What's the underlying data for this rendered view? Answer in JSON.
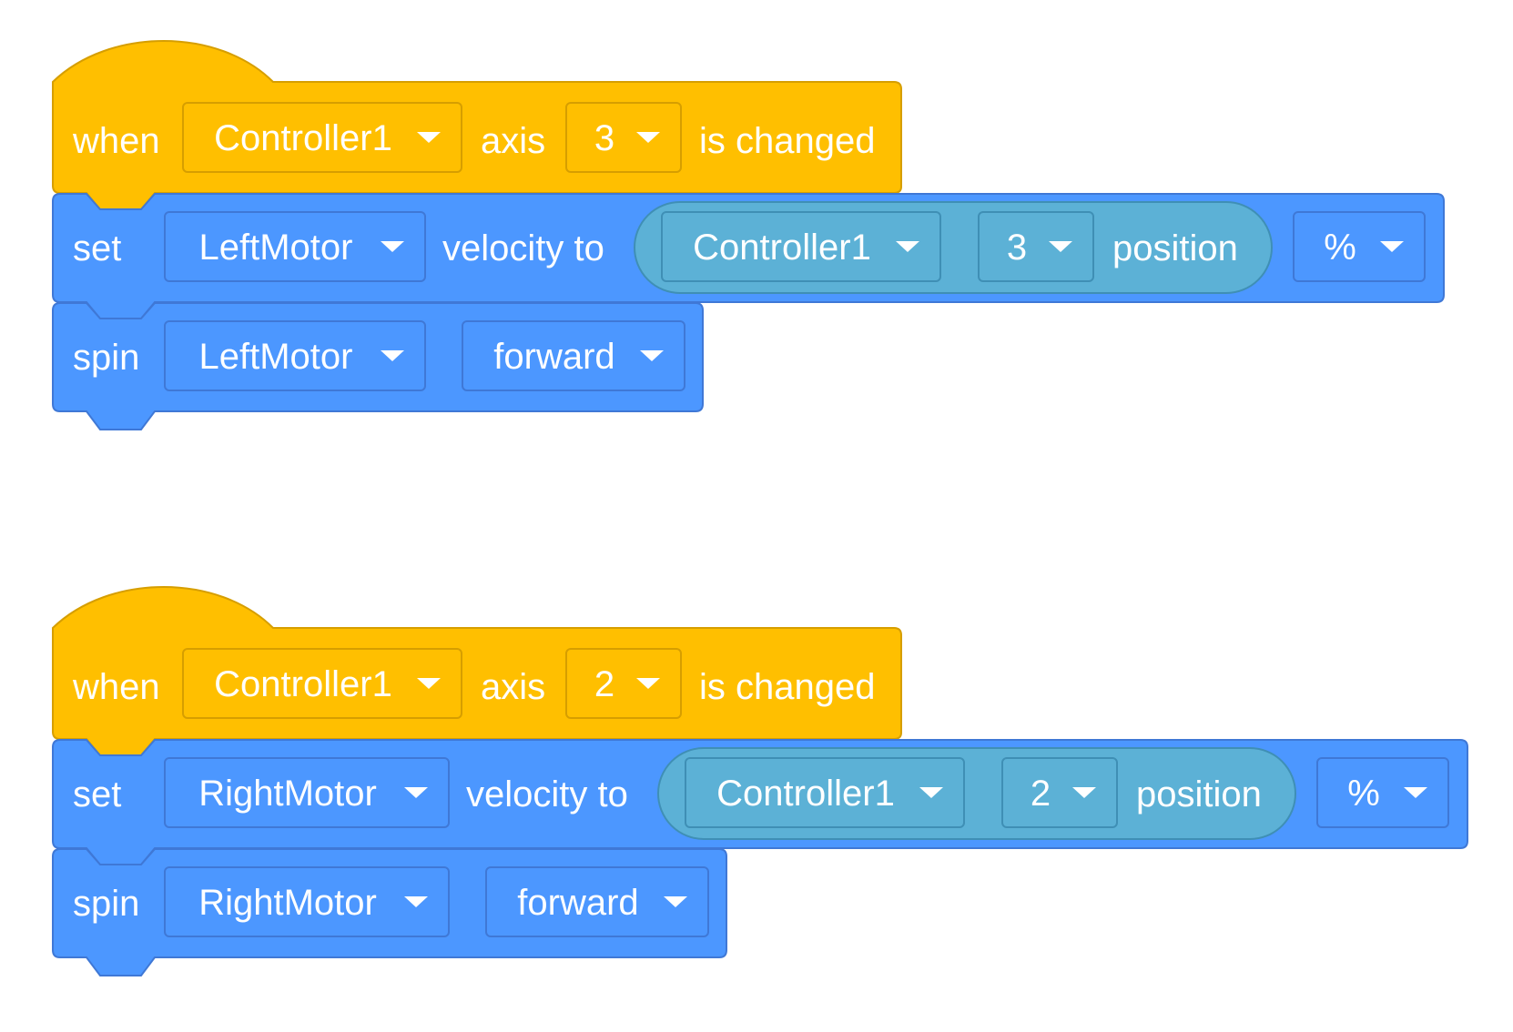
{
  "colors": {
    "event_block": "#ffbf00",
    "motion_block": "#4c97ff",
    "sensing_block": "#5cb1d6",
    "background": "#ffffff"
  },
  "icons": {
    "dropdown": "chevron-down-icon"
  },
  "scripts": [
    {
      "hat": {
        "when": "when",
        "controller": "Controller1",
        "axis_label": "axis",
        "axis": "3",
        "changed": "is changed"
      },
      "set": {
        "label": "set",
        "motor": "LeftMotor",
        "velocity_to": "velocity to",
        "reporter_controller": "Controller1",
        "reporter_axis": "3",
        "reporter_position": "position",
        "unit": "%"
      },
      "spin": {
        "label": "spin",
        "motor": "LeftMotor",
        "direction": "forward"
      }
    },
    {
      "hat": {
        "when": "when",
        "controller": "Controller1",
        "axis_label": "axis",
        "axis": "2",
        "changed": "is changed"
      },
      "set": {
        "label": "set",
        "motor": "RightMotor",
        "velocity_to": "velocity to",
        "reporter_controller": "Controller1",
        "reporter_axis": "2",
        "reporter_position": "position",
        "unit": "%"
      },
      "spin": {
        "label": "spin",
        "motor": "RightMotor",
        "direction": "forward"
      }
    }
  ]
}
